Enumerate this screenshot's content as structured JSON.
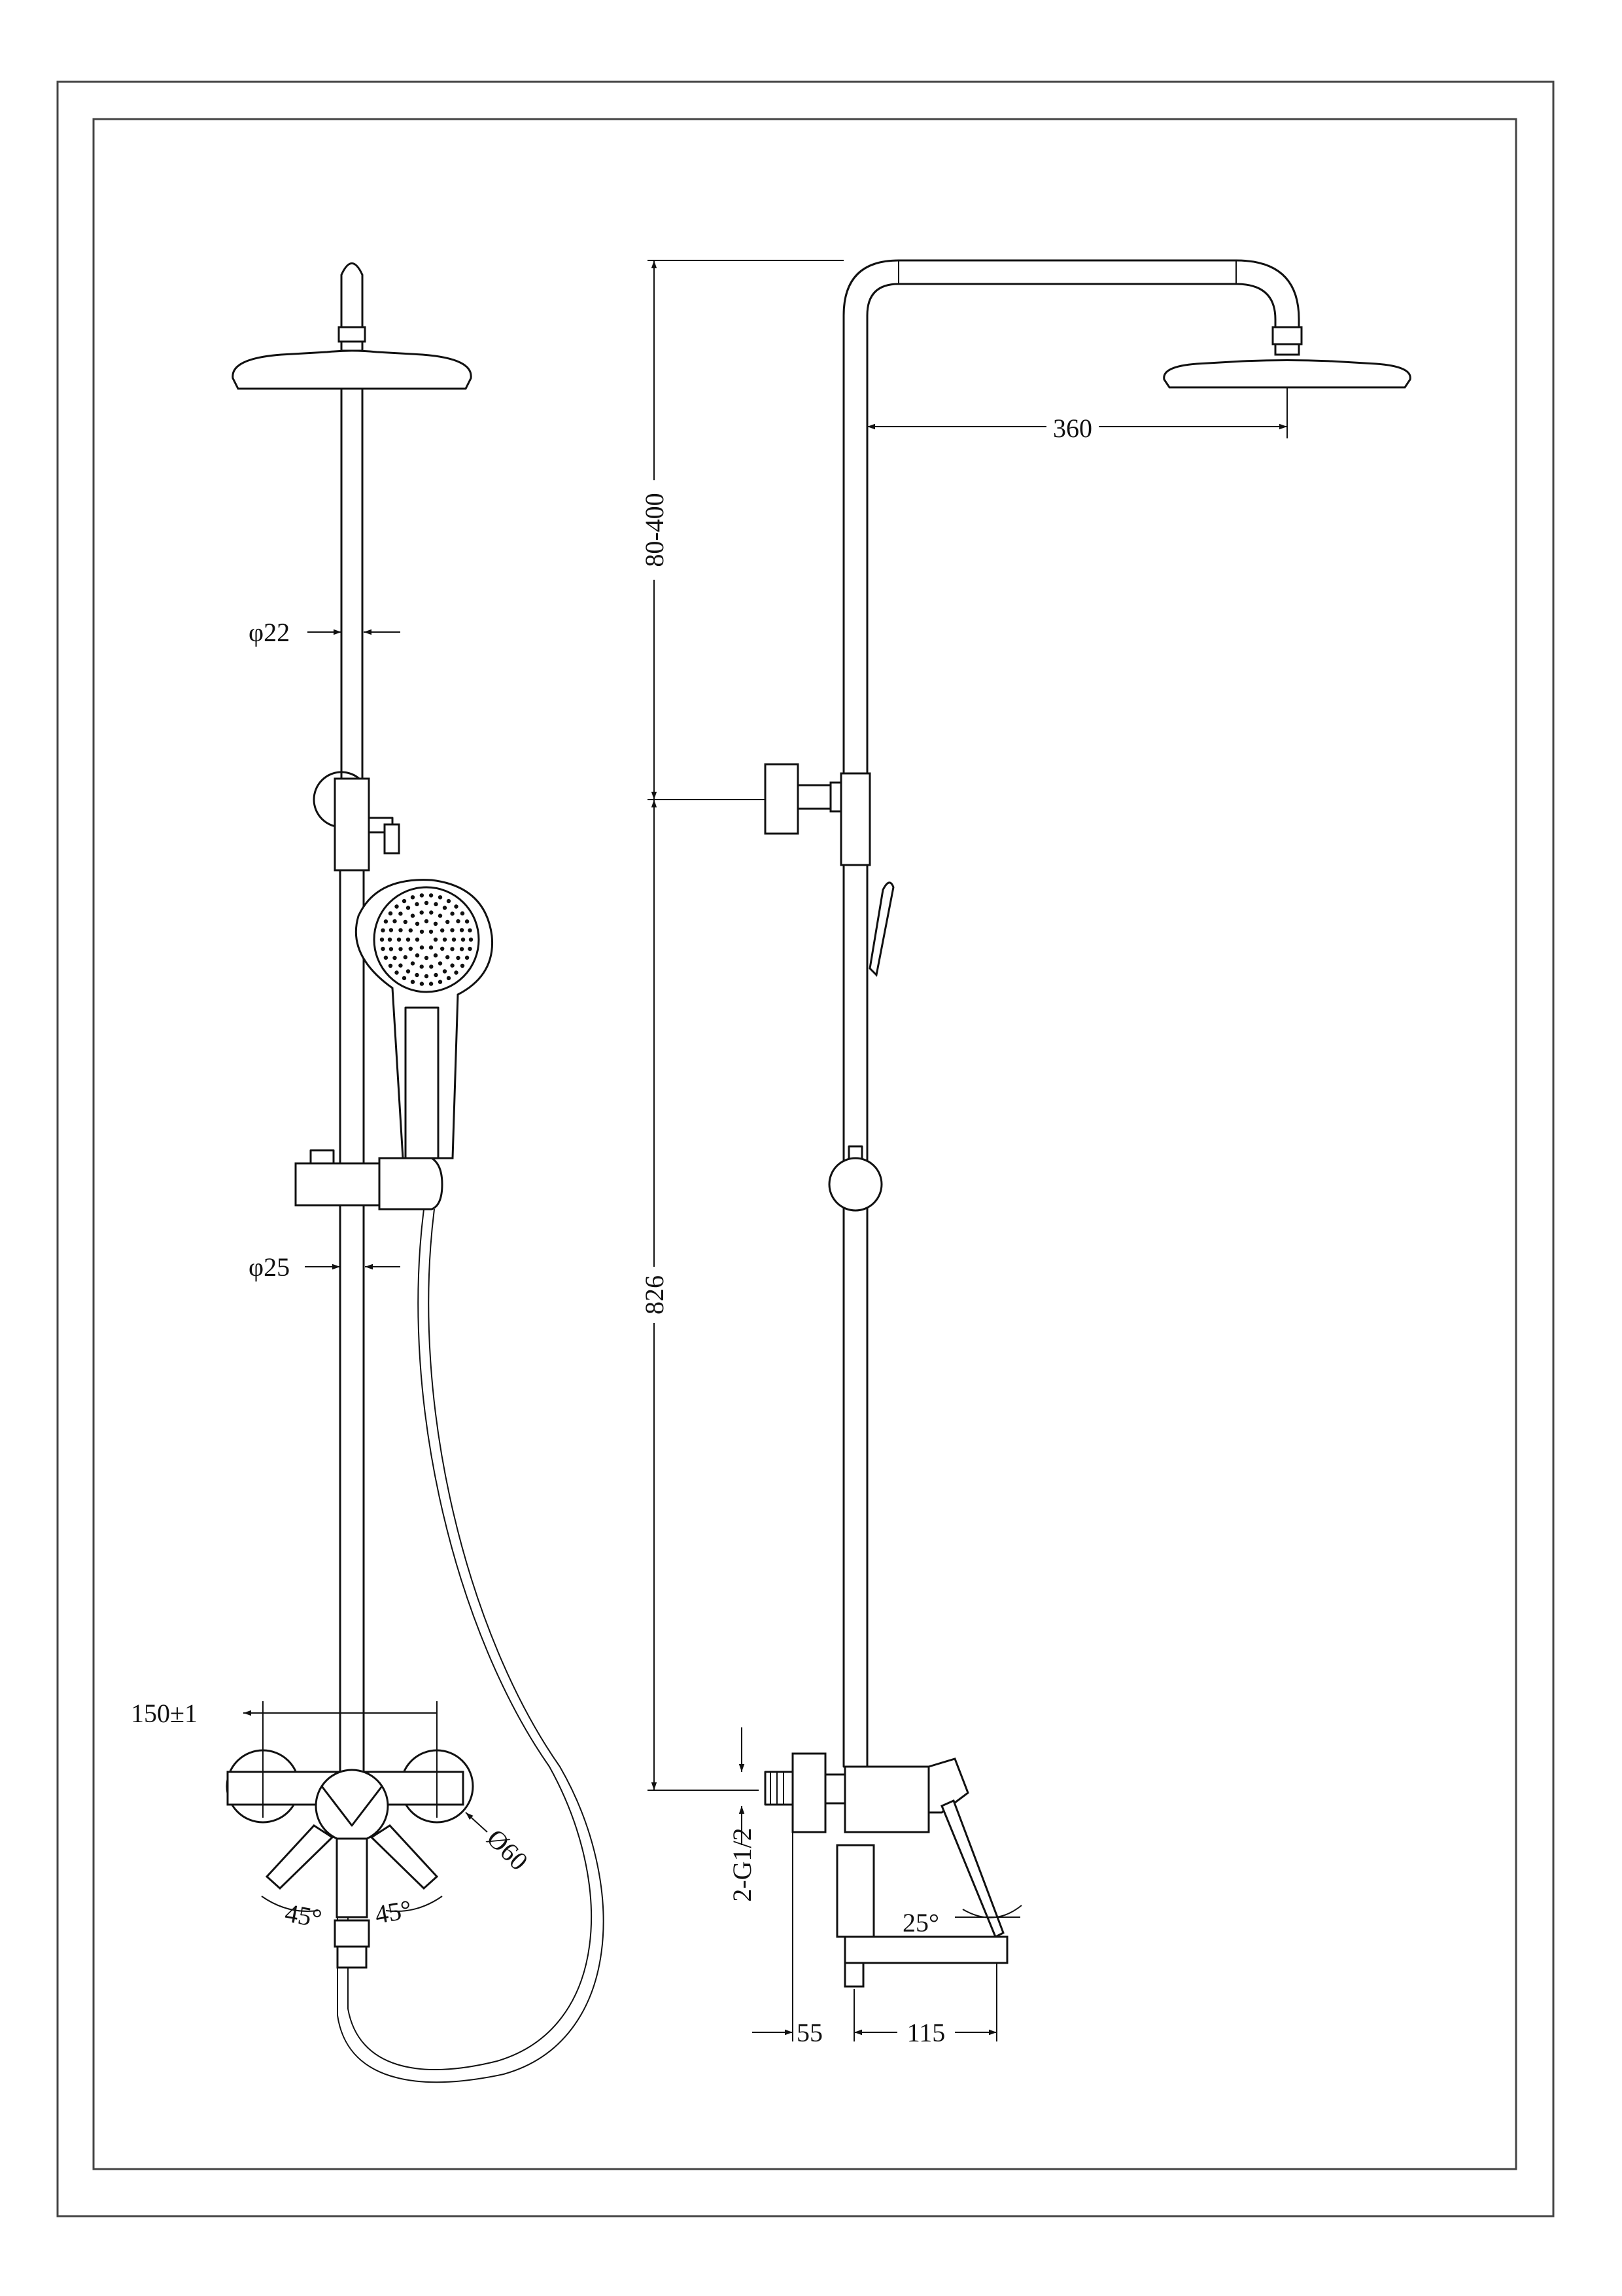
{
  "colors": {
    "line": "#111111",
    "frame": "#444444",
    "background": "#ffffff"
  },
  "front_view": {
    "dia_upper_pipe": "φ22",
    "dia_lower_pipe": "φ25",
    "inlet_spacing": "150±1",
    "flange_diameter": "Ø60",
    "handle_angle_left": "45°",
    "handle_angle_right": "45°"
  },
  "side_view": {
    "overhead_reach": "360",
    "height_adjust": "80-400",
    "rail_height": "826",
    "inlet_thread": "2-G1/2",
    "lever_angle": "25°",
    "wall_offset": "55",
    "spout_reach": "115"
  }
}
